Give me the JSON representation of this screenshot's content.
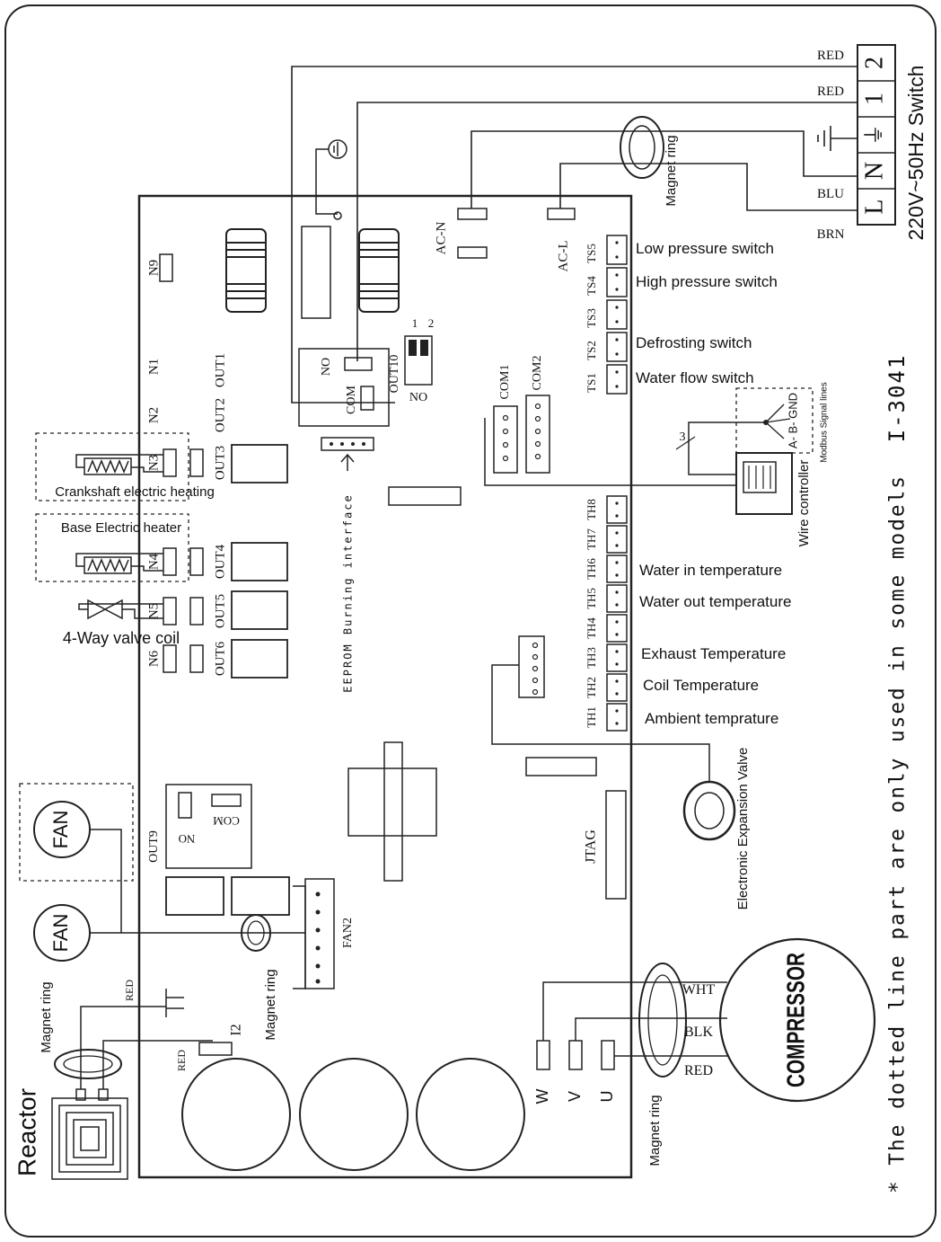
{
  "power": {
    "wires": [
      "RED",
      "RED",
      "BLU",
      "BRN"
    ],
    "terminals": [
      "2",
      "1",
      "⏚",
      "N",
      "L"
    ],
    "supply": "220V~50Hz Switch"
  },
  "board": {
    "relays": [
      "N9",
      "N1",
      "N2",
      "N3",
      "N4",
      "N5",
      "N6"
    ],
    "outputs": [
      "OUT1",
      "OUT2",
      "OUT3",
      "OUT4",
      "OUT5",
      "OUT6"
    ],
    "ac_n": "AC-N",
    "ac_l": "AC-L",
    "no": "NO",
    "com_relay": "COM",
    "out10": "OUT10",
    "dip_1": "1",
    "dip_2": "2",
    "dip_no": "NO",
    "com1": "COM1",
    "com2": "COM2",
    "eeprom": "EEPROM Burning interface",
    "ts_labels": [
      "TS5",
      "TS4",
      "TS3",
      "TS2",
      "TS1"
    ],
    "th_labels": [
      "TH8",
      "TH7",
      "TH6",
      "TH5",
      "TH4",
      "TH3",
      "TH2",
      "TH1"
    ],
    "out9": "OUT9",
    "out9_no": "NO",
    "out9_com": "COM",
    "jtag": "JTAG",
    "fan2": "FAN2",
    "i2": "I2",
    "red_1": "RED",
    "red_2": "RED",
    "w": "W",
    "v": "V",
    "u": "U"
  },
  "switches": {
    "low_pressure": "Low pressure switch",
    "high_pressure": "High pressure switch",
    "defrosting": "Defrosting switch",
    "water_flow": "Water flow switch"
  },
  "sensors": {
    "water_in": "Water in temperature",
    "water_out": "Water out temperature",
    "exhaust": "Exhaust Temperature",
    "coil": "Coil Temperature",
    "ambient": "Ambient temprature"
  },
  "loads": {
    "crankshaft": "Crankshaft electric heating",
    "base_heater": "Base Electric heater",
    "four_way": "4-Way valve coil",
    "fan": "FAN",
    "reactor": "Reactor"
  },
  "labels": {
    "magnet_ring": "Magnet ring",
    "wire_controller": "Wire controller",
    "modbus": "Modbus Signal lines",
    "modbus_pins": "A- B- GND",
    "modbus_count": "3",
    "eev": "Electronic Expansion Valve",
    "compressor": "COMPRESSOR",
    "wht": "WHT",
    "blk": "BLK",
    "red": "RED",
    "model": "I-3041",
    "footnote": "* The dotted line part are only used in some models"
  }
}
